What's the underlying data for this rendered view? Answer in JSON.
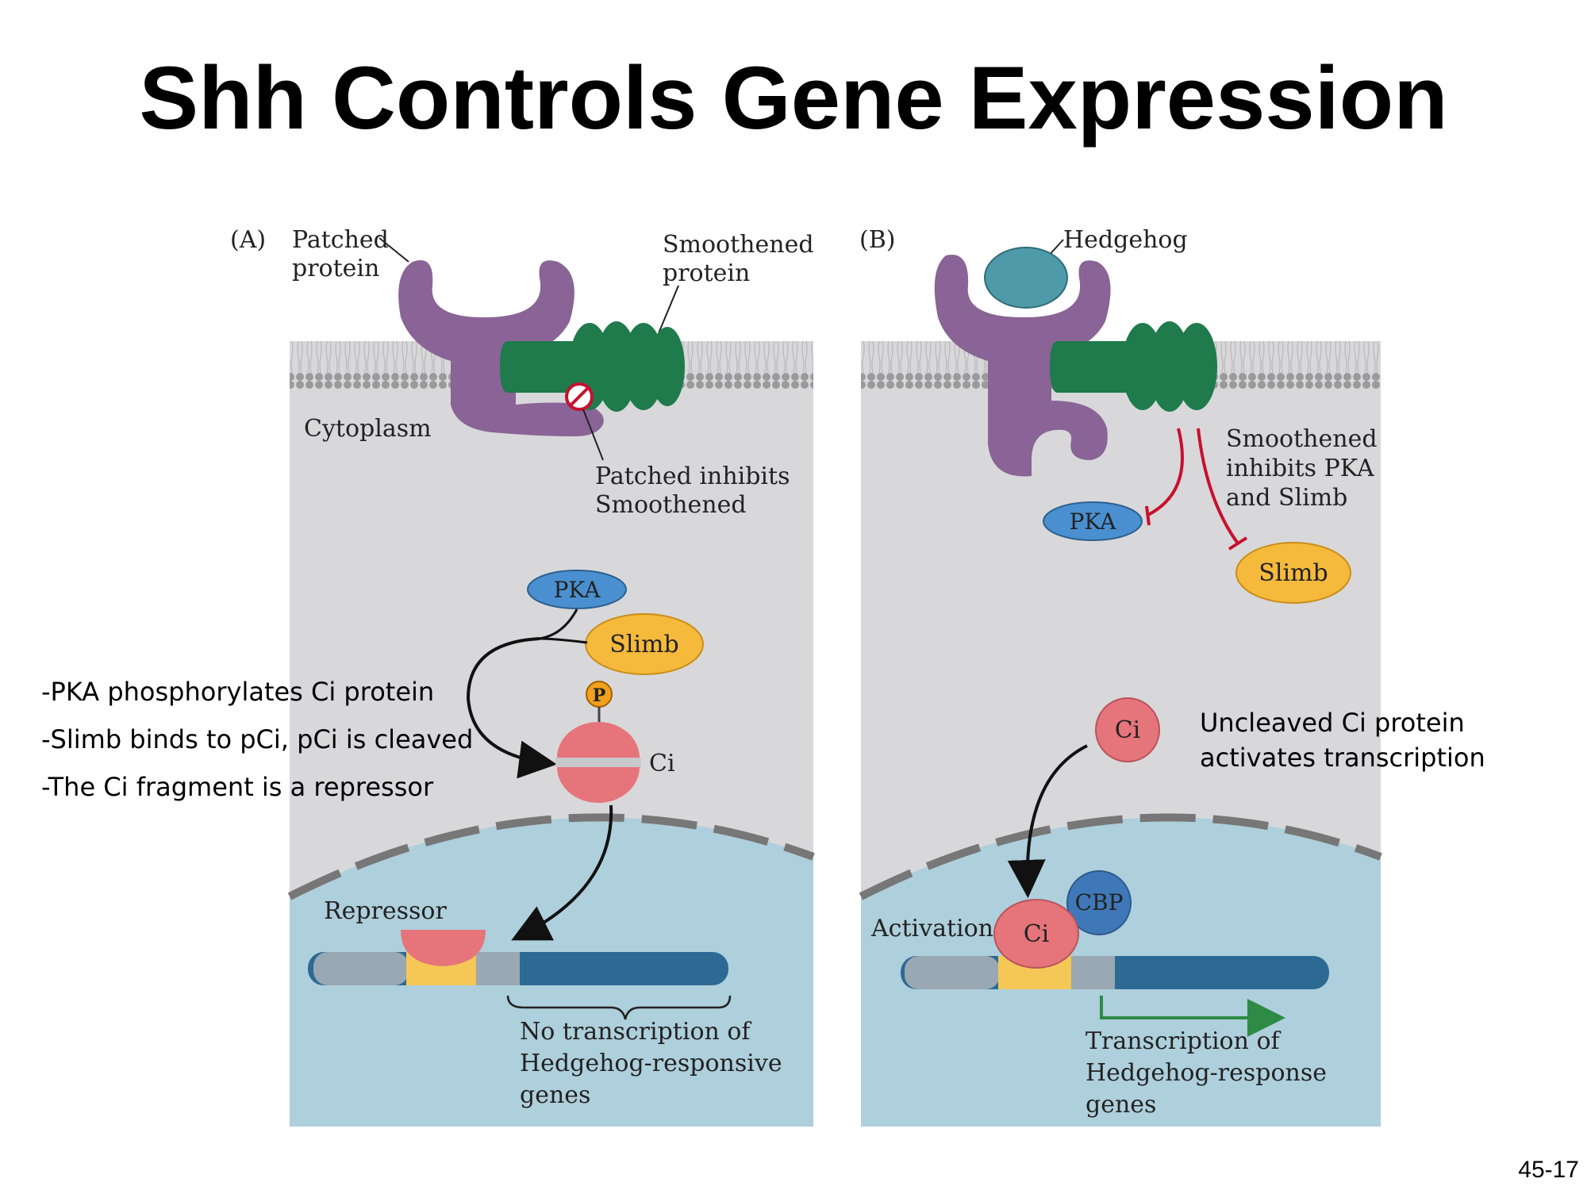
{
  "slide": {
    "title": "Shh Controls Gene Expression",
    "slide_number": "45-17"
  },
  "notes": {
    "left": [
      "-PKA phosphorylates Ci protein",
      "-Slimb binds to pCi, pCi is cleaved",
      "-The Ci fragment is a repressor"
    ],
    "right": [
      "Uncleaved Ci protein",
      "activates transcription"
    ]
  },
  "panel_a": {
    "tag": "(A)",
    "patched_label": [
      "Patched",
      "protein"
    ],
    "smoothened_label": [
      "Smoothened",
      "protein"
    ],
    "cytoplasm": "Cytoplasm",
    "inhibition_label": [
      "Patched inhibits",
      "Smoothened"
    ],
    "pka": "PKA",
    "slimb": "Slimb",
    "phospho": "P",
    "ci": "Ci",
    "repressor": "Repressor",
    "outcome": [
      "No transcription of",
      "Hedgehog-responsive",
      "genes"
    ]
  },
  "panel_b": {
    "tag": "(B)",
    "hedgehog": "Hedgehog",
    "inhibition_label": [
      "Smoothened",
      "inhibits PKA",
      "and Slimb"
    ],
    "pka": "PKA",
    "slimb": "Slimb",
    "ci": "Ci",
    "cbp": "CBP",
    "activation": "Activation",
    "outcome": [
      "Transcription of",
      "Hedgehog-response",
      "genes"
    ]
  },
  "colors": {
    "patched": "#8a6496",
    "smoothened": "#1f7a4c",
    "hedgehog": "#4f9aa8",
    "pka": "#4a90d0",
    "slimb": "#f5b93c",
    "ci": "#e5757a",
    "cbp": "#3f78b8",
    "cytoplasm": "#d8d8da",
    "nucleus": "#aecfdc",
    "inhibit": "#c8102e",
    "activate": "#2e8b46",
    "dna": "#2c6a94"
  }
}
